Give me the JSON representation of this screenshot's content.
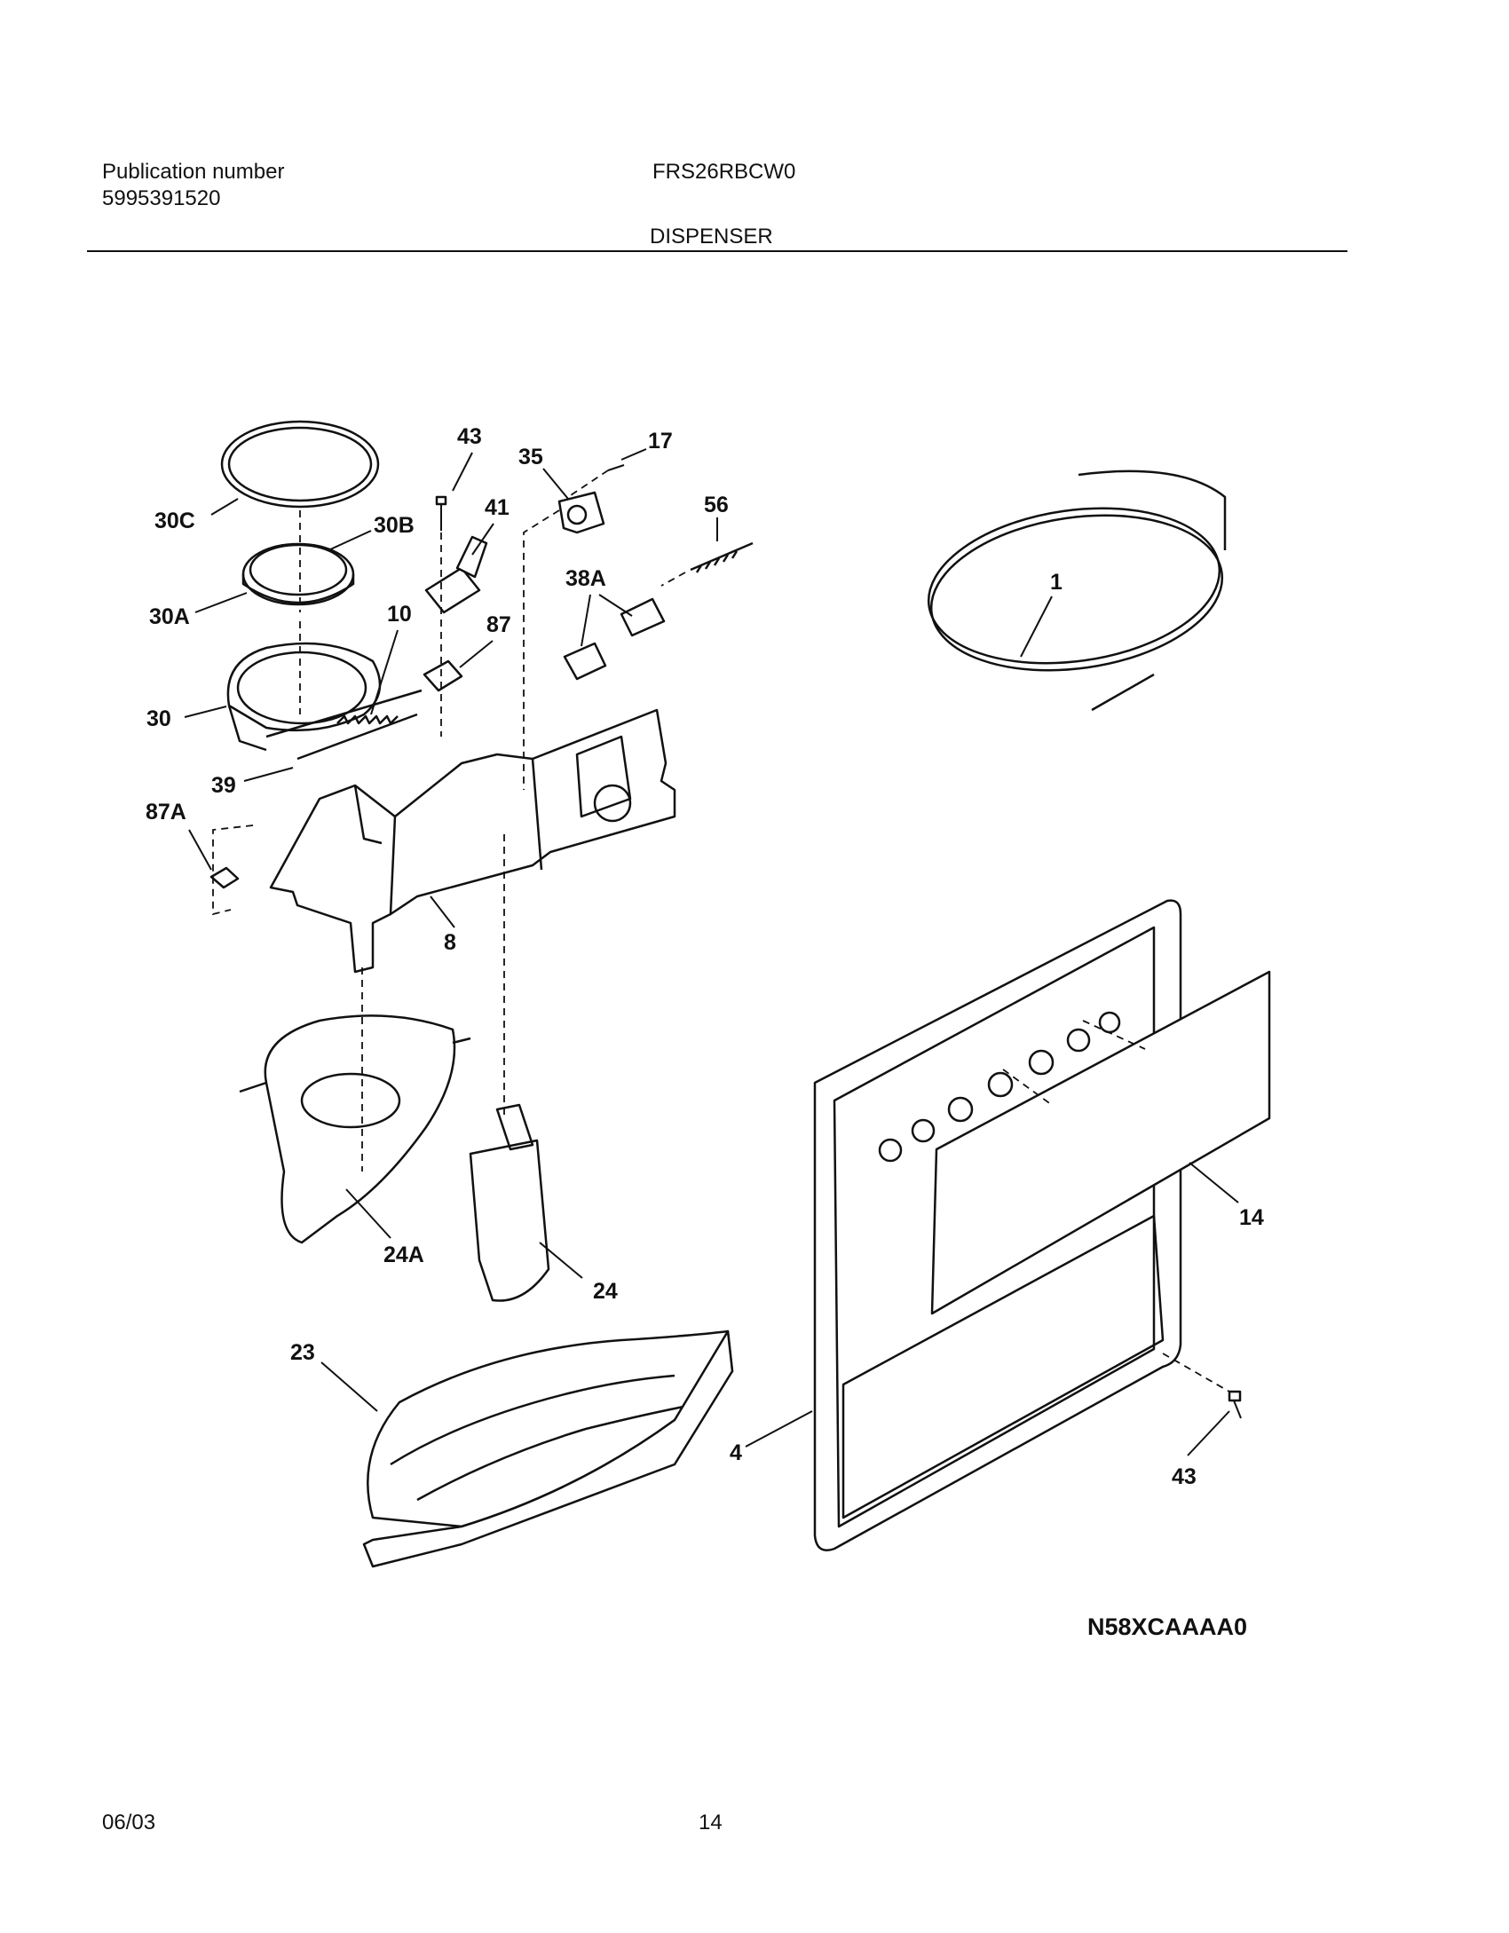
{
  "header": {
    "publication_label": "Publication number",
    "publication_number": "5995391520",
    "model": "FRS26RBCW0",
    "section": "DISPENSER"
  },
  "diagram": {
    "code": "N58XCAAAA0",
    "callouts": [
      "30C",
      "43",
      "35",
      "17",
      "30B",
      "41",
      "56",
      "30A",
      "10",
      "87",
      "38A",
      "1",
      "30",
      "39",
      "87A",
      "8",
      "24A",
      "24",
      "14",
      "23",
      "4",
      "43"
    ]
  },
  "footer": {
    "date": "06/03",
    "page": "14"
  }
}
